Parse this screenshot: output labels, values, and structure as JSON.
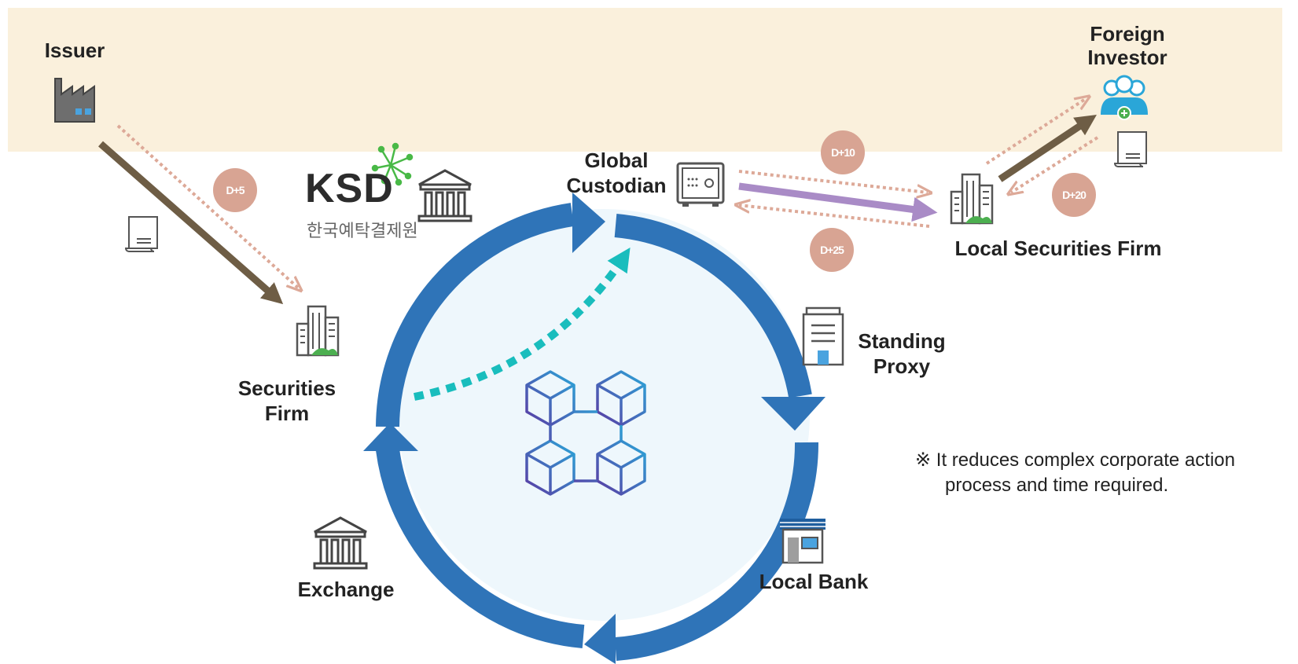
{
  "nodes": {
    "issuer": "Issuer",
    "foreign_investor": [
      "Foreign",
      "Investor"
    ],
    "global_custodian": [
      "Global",
      "Custodian"
    ],
    "local_securities_firm": "Local Securities Firm",
    "securities_firm": [
      "Securities",
      "Firm"
    ],
    "standing_proxy": [
      "Standing",
      "Proxy"
    ],
    "local_bank": "Local Bank",
    "exchange": "Exchange"
  },
  "ksd": {
    "logo_text": "KSD",
    "sub_text": "한국예탁결제원"
  },
  "badges": {
    "d5": "D+5",
    "d10": "D+10",
    "d20": "D+20",
    "d25": "D+25"
  },
  "note": {
    "line1": "※ It reduces complex corporate action",
    "line2": "process and time required."
  },
  "colors": {
    "band": "#faf0dc",
    "cycle_blue": "#2f74b8",
    "solid_arrow": "#6e5d45",
    "dotted_arrow": "#dda998",
    "teal_arrow": "#19bdbd",
    "purple_arrow": "#a98bc6",
    "badge": "#d8a493"
  }
}
